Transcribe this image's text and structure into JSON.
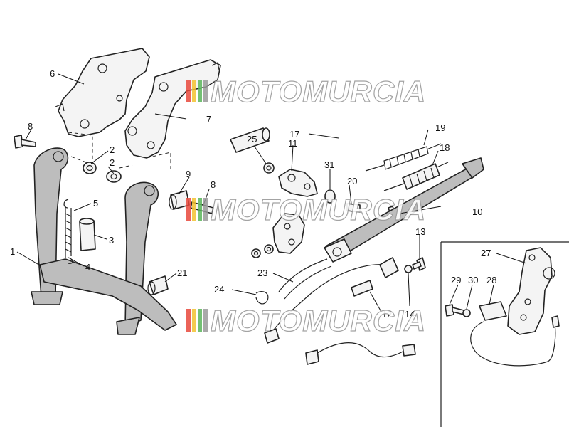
{
  "watermark": {
    "text": "MOTOMURCIA",
    "colors": [
      "#e8483b",
      "#f2c230",
      "#5ab55a",
      "#9a9a9a"
    ]
  },
  "callouts": [
    {
      "id": "1",
      "text": "1"
    },
    {
      "id": "2a",
      "text": "2"
    },
    {
      "id": "2b",
      "text": "2"
    },
    {
      "id": "3",
      "text": "3"
    },
    {
      "id": "4",
      "text": "4"
    },
    {
      "id": "5",
      "text": "5"
    },
    {
      "id": "6",
      "text": "6"
    },
    {
      "id": "7",
      "text": "7"
    },
    {
      "id": "8a",
      "text": "8"
    },
    {
      "id": "8b",
      "text": "8"
    },
    {
      "id": "9",
      "text": "9"
    },
    {
      "id": "10",
      "text": "10"
    },
    {
      "id": "11",
      "text": "11"
    },
    {
      "id": "12",
      "text": "12"
    },
    {
      "id": "13",
      "text": "13"
    },
    {
      "id": "14",
      "text": "14"
    },
    {
      "id": "17",
      "text": "17"
    },
    {
      "id": "18",
      "text": "18"
    },
    {
      "id": "19",
      "text": "19"
    },
    {
      "id": "20",
      "text": "20"
    },
    {
      "id": "21",
      "text": "21"
    },
    {
      "id": "23",
      "text": "23"
    },
    {
      "id": "24",
      "text": "24"
    },
    {
      "id": "25",
      "text": "25"
    },
    {
      "id": "27",
      "text": "27"
    },
    {
      "id": "28",
      "text": "28"
    },
    {
      "id": "29",
      "text": "29"
    },
    {
      "id": "30",
      "text": "30"
    },
    {
      "id": "31",
      "text": "31"
    }
  ]
}
